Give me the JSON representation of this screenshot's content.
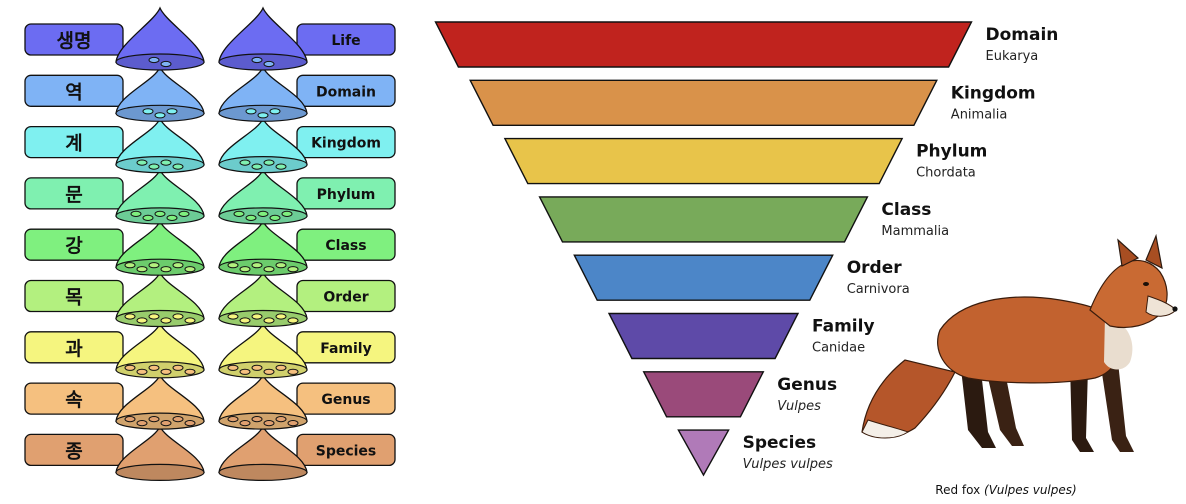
{
  "left_panel": {
    "korean_labels": [
      "생명",
      "역",
      "계",
      "문",
      "강",
      "목",
      "과",
      "속",
      "종"
    ],
    "english_labels": [
      "Life",
      "Domain",
      "Kingdom",
      "Phylum",
      "Class",
      "Order",
      "Family",
      "Genus",
      "Species"
    ],
    "colors": [
      "#6c6cf2",
      "#7fb3f5",
      "#7ff0f0",
      "#7ff0b0",
      "#7ff07f",
      "#b3f07f",
      "#f5f57f",
      "#f5c07f",
      "#e0a070"
    ]
  },
  "pyramid": {
    "ranks": [
      {
        "name": "Domain",
        "example": "Eukarya",
        "italic": false,
        "color": "#c0231e"
      },
      {
        "name": "Kingdom",
        "example": "Animalia",
        "italic": false,
        "color": "#d9924a"
      },
      {
        "name": "Phylum",
        "example": "Chordata",
        "italic": false,
        "color": "#e8c44a"
      },
      {
        "name": "Class",
        "example": "Mammalia",
        "italic": false,
        "color": "#78aa5a"
      },
      {
        "name": "Order",
        "example": "Carnivora",
        "italic": false,
        "color": "#4c86c8"
      },
      {
        "name": "Family",
        "example": "Canidae",
        "italic": false,
        "color": "#5e4aa8"
      },
      {
        "name": "Genus",
        "example": "Vulpes",
        "italic": true,
        "color": "#9a4a7a"
      },
      {
        "name": "Species",
        "example": "Vulpes vulpes",
        "italic": true,
        "color": "#b07ab8"
      }
    ]
  },
  "fox": {
    "caption_plain": "Red fox ",
    "caption_italic": "(Vulpes vulpes)"
  }
}
